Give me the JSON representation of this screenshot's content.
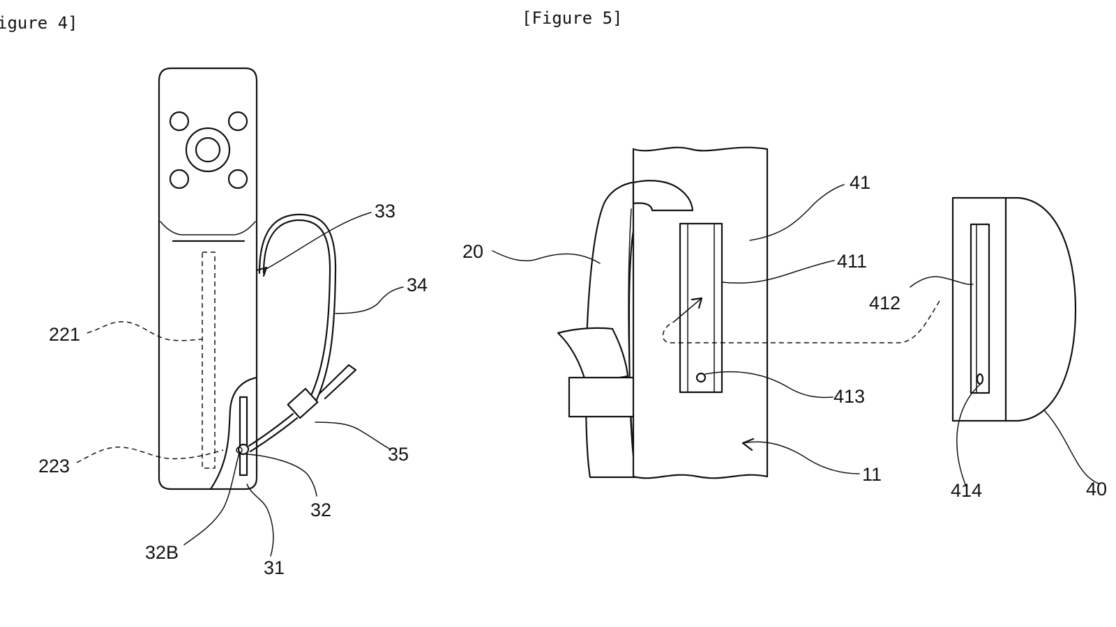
{
  "figure4": {
    "caption": "igure 4]",
    "labels": {
      "l33": "33",
      "l34": "34",
      "l221": "221",
      "l35": "35",
      "l223": "223",
      "l32": "32",
      "l32B": "32B",
      "l31": "31"
    }
  },
  "figure5": {
    "caption": "[Figure 5]",
    "labels": {
      "l41": "41",
      "l20": "20",
      "l411": "411",
      "l412": "412",
      "l413": "413",
      "l11": "11",
      "l414": "414",
      "l40": "40"
    }
  }
}
